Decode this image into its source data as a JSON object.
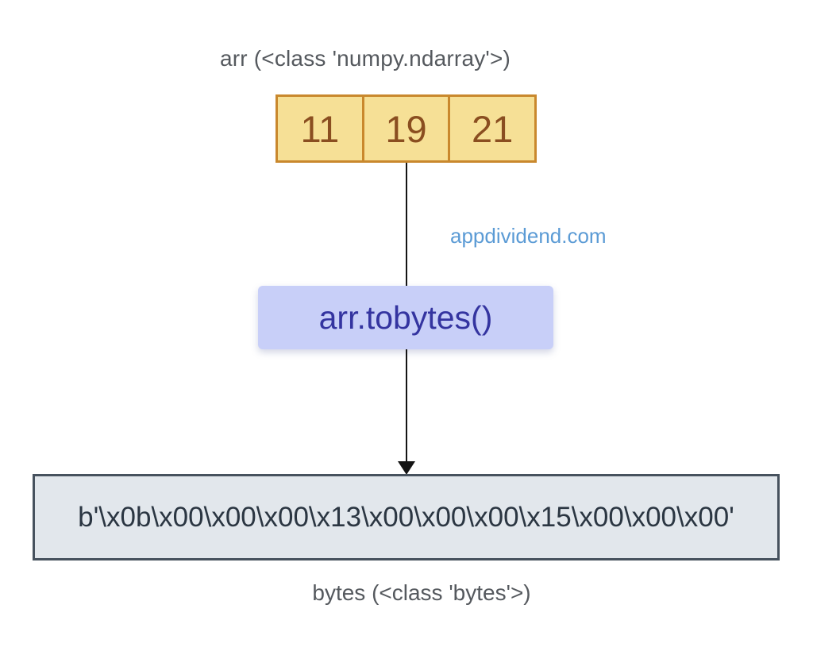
{
  "diagram": {
    "title": "arr (<class 'numpy.ndarray'>)",
    "array": {
      "cells": [
        "11",
        "19",
        "21"
      ]
    },
    "watermark": "appdividend.com",
    "method_label": "arr.tobytes()",
    "output_value": "b'\\x0b\\x00\\x00\\x00\\x13\\x00\\x00\\x00\\x15\\x00\\x00\\x00'",
    "output_label": "bytes (<class 'bytes'>)",
    "colors": {
      "cell_fill": "#f6e096",
      "cell_border": "#c9882d",
      "cell_text": "#8a4e20",
      "method_fill": "#c8cff8",
      "method_text": "#3434a0",
      "output_fill": "#e2e7ec",
      "output_border": "#47525e",
      "output_text": "#2b3642",
      "label_text": "#55595e",
      "watermark_text": "#5b9bd5",
      "arrow": "#141414"
    }
  }
}
